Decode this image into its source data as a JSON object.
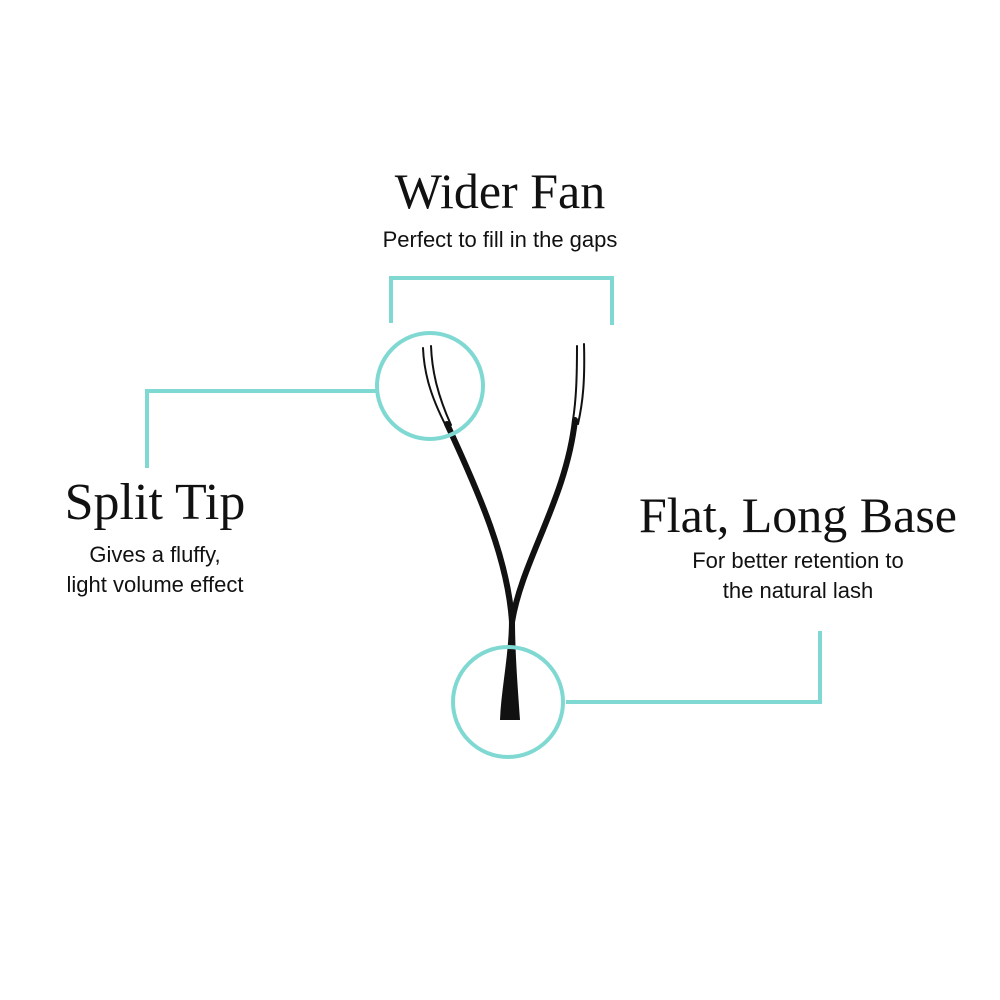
{
  "colors": {
    "accent": "#7fd9d2",
    "lash": "#111111",
    "text": "#111111",
    "background": "#ffffff"
  },
  "labels": {
    "wider_fan": {
      "title": "Wider Fan",
      "caption_lines": [
        "Perfect to fill in the gaps"
      ]
    },
    "split_tip": {
      "title": "Split Tip",
      "caption_lines": [
        "Gives a fluffy,",
        "light volume effect"
      ]
    },
    "flat_base": {
      "title": "Flat, Long Base",
      "caption_lines": [
        "For better retention to",
        "the natural lash"
      ]
    }
  }
}
